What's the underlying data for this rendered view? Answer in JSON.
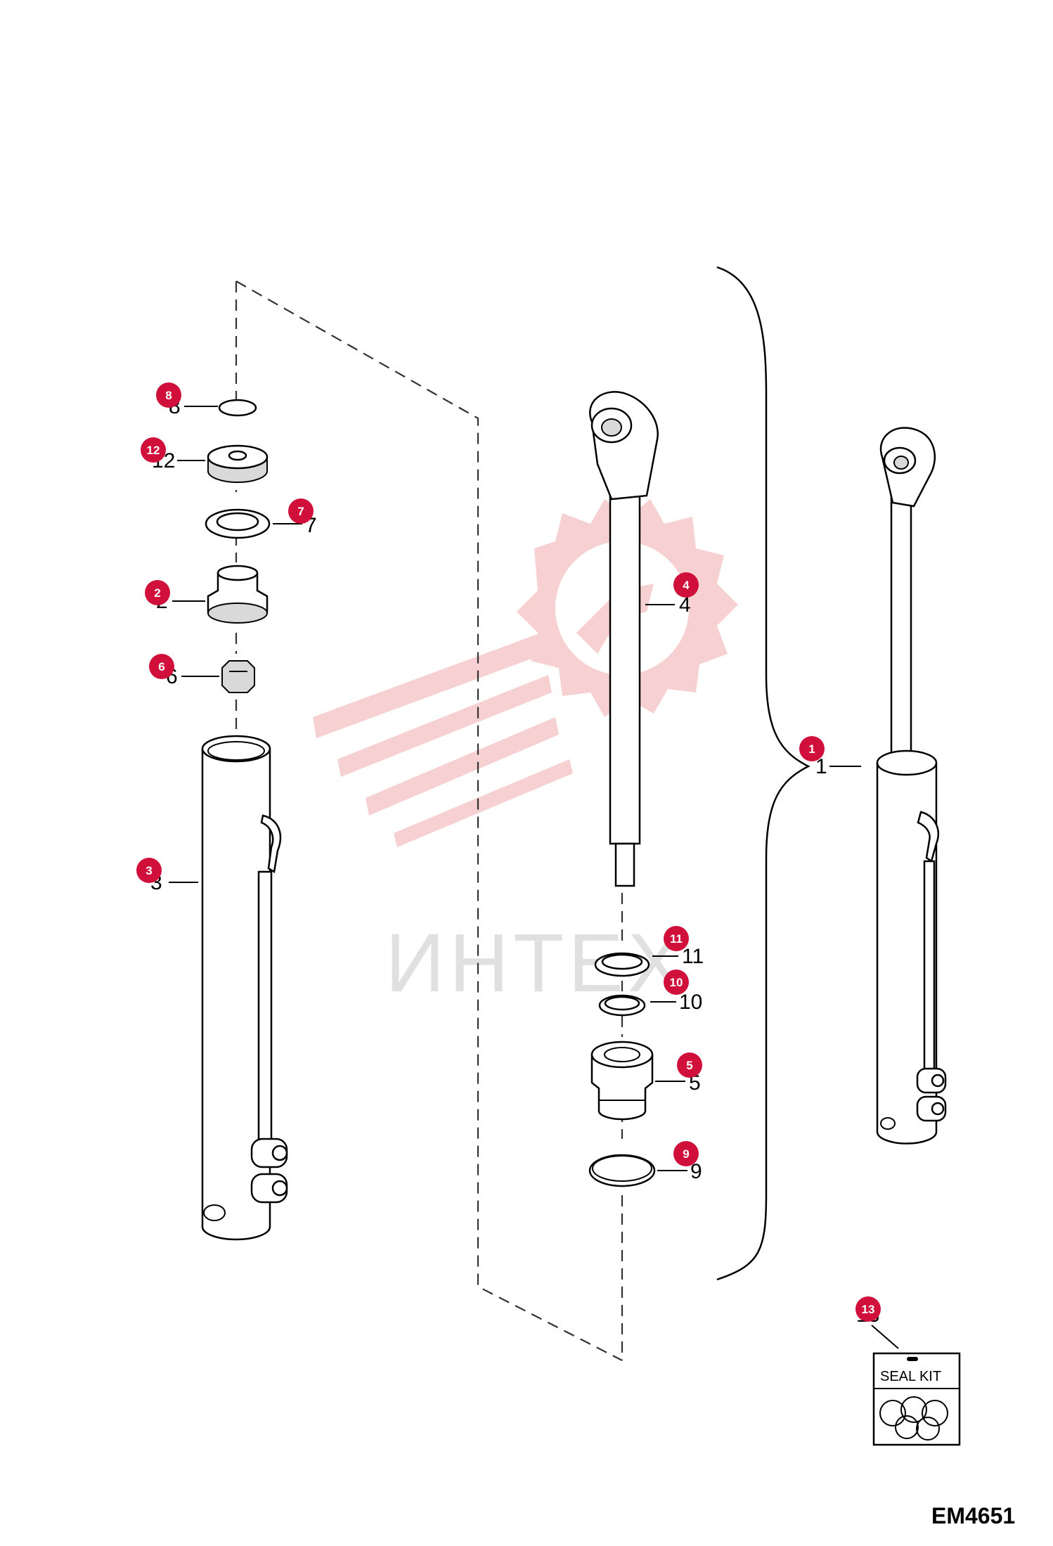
{
  "diagram": {
    "code": "EM4651",
    "watermark_text": "ИНТЕХ",
    "seal_kit_label": "SEAL KIT",
    "callouts": [
      {
        "id": "c8",
        "badge": "8",
        "label": "8"
      },
      {
        "id": "c12",
        "badge": "12",
        "label": "12"
      },
      {
        "id": "c7",
        "badge": "7",
        "label": "7"
      },
      {
        "id": "c2",
        "badge": "2",
        "label": "2"
      },
      {
        "id": "c6",
        "badge": "6",
        "label": "6"
      },
      {
        "id": "c3",
        "badge": "3",
        "label": "3"
      },
      {
        "id": "c4",
        "badge": "4",
        "label": "4"
      },
      {
        "id": "c11",
        "badge": "11",
        "label": "11"
      },
      {
        "id": "c10",
        "badge": "10",
        "label": "10"
      },
      {
        "id": "c5",
        "badge": "5",
        "label": "5"
      },
      {
        "id": "c9",
        "badge": "9",
        "label": "9"
      },
      {
        "id": "c1",
        "badge": "1",
        "label": "1"
      },
      {
        "id": "c13",
        "badge": "13",
        "label": "13"
      }
    ],
    "colors": {
      "badge": "#d0103a",
      "watermark": "#f6c9c9",
      "ink": "#000000"
    }
  }
}
